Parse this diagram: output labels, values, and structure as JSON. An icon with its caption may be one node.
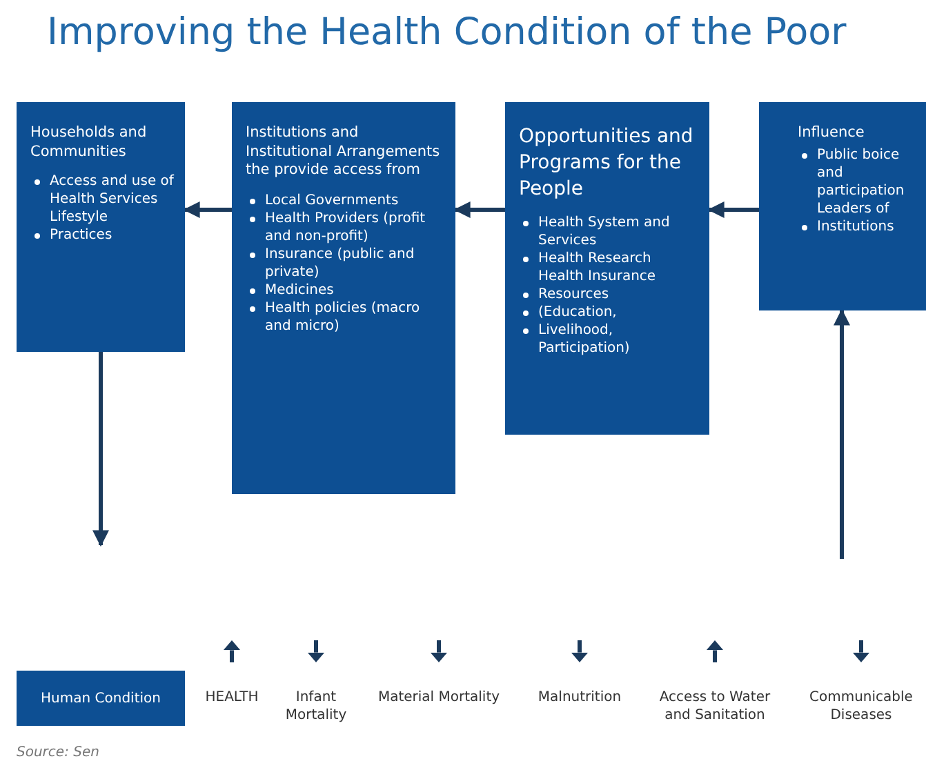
{
  "diagram": {
    "title": "Improving  the Health Condition of the Poor",
    "caption": "Source: Sen",
    "nodes": [
      {
        "text": [
          "Households and Communities",
          "Access and use of Health Services Lifestyle",
          "Practices"
        ]
      },
      {
        "text": [
          "Institutions and Institutional Arrangements the provide access from",
          "Local Governments",
          "Health Providers (profit and non-profit)",
          "Insurance (public and private)",
          "Medicines",
          "Health policies (macro and micro)"
        ]
      },
      {
        "text": [
          "Opportunities and Programs for the People",
          "Health System and Services",
          "Health Research Health Insurance",
          "Resources",
          "(Education,",
          "Livelihood, Participation)"
        ]
      },
      {
        "text": [
          "Influence",
          "Public boice and participation Leaders of",
          "Institutions"
        ]
      },
      {
        "text": [
          "Human Condition"
        ]
      }
    ],
    "edges": [
      {
        "from": 1,
        "to": 0,
        "arrow": "to"
      },
      {
        "from": 2,
        "to": 1,
        "arrow": "to"
      },
      {
        "from": 3,
        "to": 2,
        "arrow": "to"
      },
      {
        "from": 0,
        "to": null,
        "arrow": "to"
      },
      {
        "from": null,
        "to": 3,
        "arrow": "to"
      }
    ],
    "labels": [
      "HEALTH",
      "Infant Mortality",
      "Material Mortality",
      "Malnutrition",
      "Access to Water and Sanitation",
      "Communicable Diseases"
    ]
  }
}
